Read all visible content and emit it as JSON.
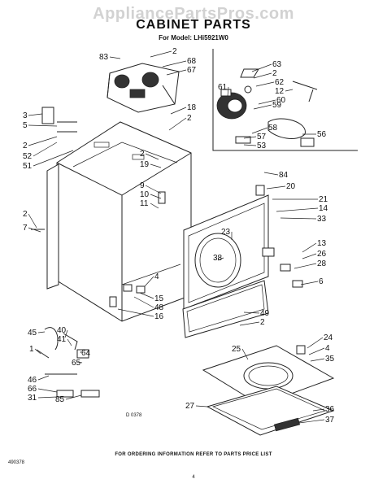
{
  "watermark": "AppliancePartsPros.com",
  "title": "CABINET PARTS",
  "model": "For Model: LHi5921W0",
  "footer": "FOR ORDERING INFORMATION REFER TO PARTS PRICE LIST",
  "code_left": "490378",
  "page_number": "4",
  "diagram_code": "D 0378",
  "callouts": [
    "83",
    "2",
    "68",
    "67",
    "63",
    "2",
    "62",
    "12",
    "60",
    "59",
    "61",
    "58",
    "57",
    "53",
    "56",
    "3",
    "5",
    "2",
    "52",
    "51",
    "2",
    "18",
    "2",
    "19",
    "84",
    "20",
    "21",
    "14",
    "33",
    "9",
    "10",
    "11",
    "23",
    "38",
    "13",
    "26",
    "28",
    "6",
    "2",
    "7",
    "4",
    "15",
    "48",
    "16",
    "49",
    "2",
    "45",
    "40",
    "41",
    "1",
    "64",
    "65",
    "46",
    "66",
    "31",
    "85",
    "25",
    "24",
    "4",
    "35",
    "27",
    "36",
    "37"
  ]
}
